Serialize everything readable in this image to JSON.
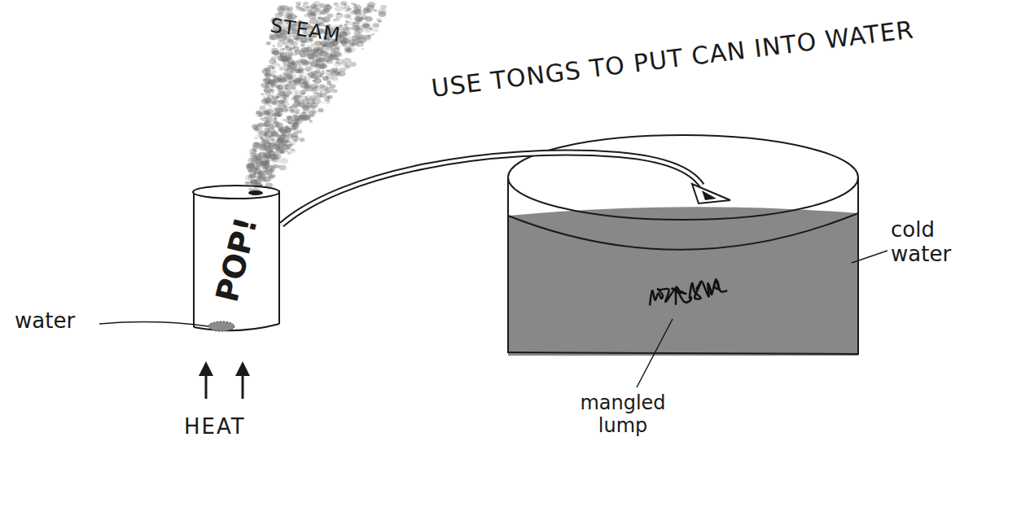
{
  "diagram": {
    "nodes": [
      {
        "text": [
          "POP!"
        ]
      }
    ],
    "labels": [
      "STEAM",
      "USE TONGS TO PUT CAN INTO WATER",
      "water",
      "cold water",
      "HEAT",
      "mangled lump"
    ]
  }
}
